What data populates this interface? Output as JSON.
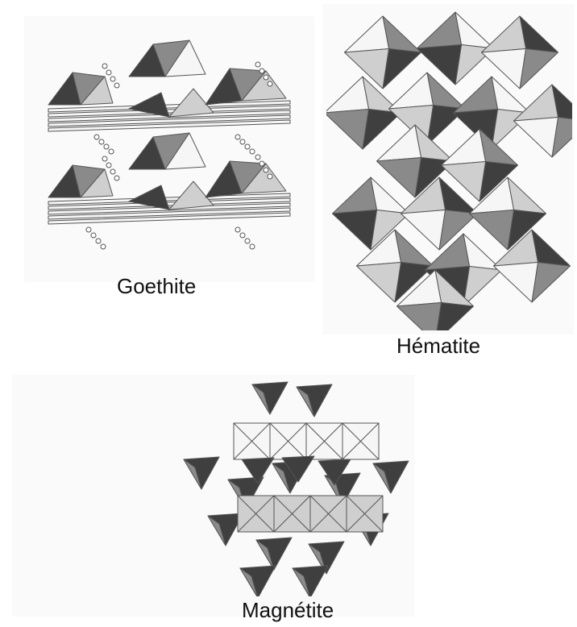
{
  "figure": {
    "panels": [
      {
        "id": "goethite",
        "caption": "Goethite"
      },
      {
        "id": "hematite",
        "caption": "Hématite"
      },
      {
        "id": "magnetite",
        "caption": "Magnétite"
      }
    ]
  },
  "colors": {
    "dark": "#3f3f3f",
    "mid": "#8a8a8a",
    "light": "#cfcfcf",
    "white": "#f6f6f6",
    "stroke": "#555555"
  }
}
